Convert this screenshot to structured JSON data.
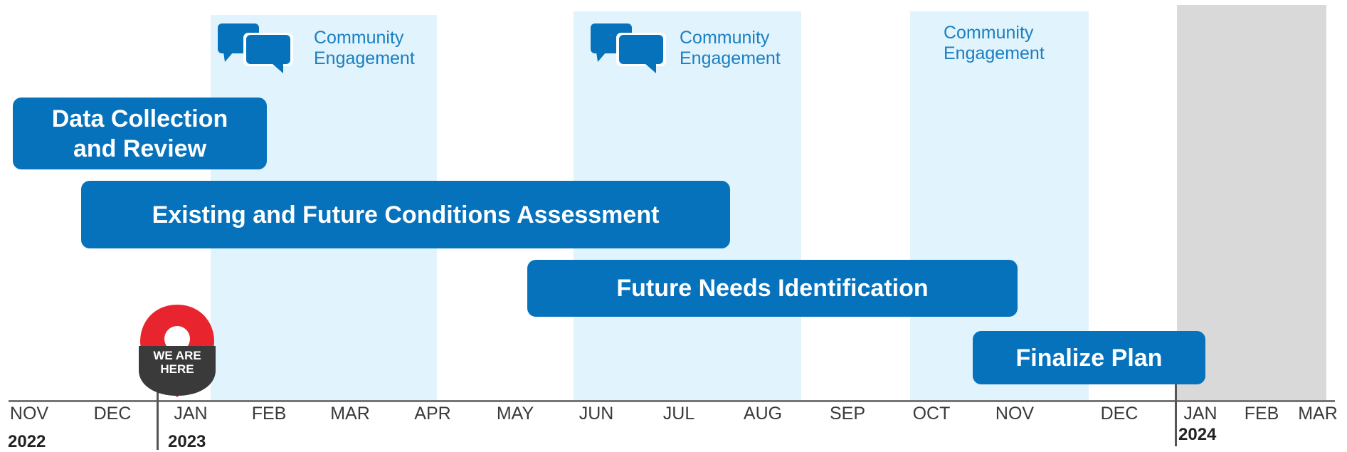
{
  "colors": {
    "bar_blue": "#0672bb",
    "engagement_band": "#e1f3fc",
    "engagement_text": "#1a7fc2",
    "future_band": "#d9d9d9",
    "pin_red": "#e8252f",
    "pin_dark": "#3a3a3a"
  },
  "engagement": [
    {
      "label_line1": "Community",
      "label_line2": "Engagement",
      "icon": "speech-bubbles-icon"
    },
    {
      "label_line1": "Community",
      "label_line2": "Engagement",
      "icon": "speech-bubbles-icon"
    },
    {
      "label_line1": "Community",
      "label_line2": "Engagement",
      "icon": null
    }
  ],
  "phases": [
    {
      "line1": "Data Collection",
      "line2": "and Review"
    },
    {
      "line1": "Existing and Future Conditions Assessment"
    },
    {
      "line1": "Future Needs Identification"
    },
    {
      "line1": "Finalize Plan"
    }
  ],
  "marker": {
    "line1": "WE ARE",
    "line2": "HERE",
    "icon": "location-pin-icon"
  },
  "timeline": {
    "months": [
      "NOV",
      "DEC",
      "JAN",
      "FEB",
      "MAR",
      "APR",
      "MAY",
      "JUN",
      "JUL",
      "AUG",
      "SEP",
      "OCT",
      "NOV",
      "DEC",
      "JAN",
      "FEB",
      "MAR"
    ],
    "years": [
      "2022",
      "2023",
      "2024"
    ]
  }
}
